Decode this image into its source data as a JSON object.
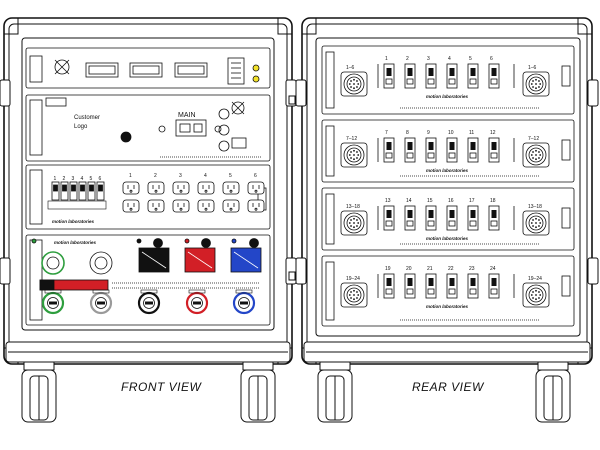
{
  "labels": {
    "front_view": "FRONT VIEW",
    "rear_view": "REAR VIEW"
  },
  "front": {
    "customer_logo_line1": "Customer",
    "customer_logo_line2": "Logo",
    "main_label": "MAIN",
    "brand": "motion laboratories",
    "breaker_numbers": [
      "1",
      "2",
      "3",
      "4",
      "5",
      "6"
    ],
    "outlet_numbers": [
      "1",
      "2",
      "3",
      "4",
      "5",
      "6"
    ],
    "meter_count": 3,
    "camlok_colors": [
      "#2e9e3e",
      "#9a9a9a",
      "#111111",
      "#d21f26",
      "#2346c8"
    ],
    "panel_colors": {
      "black": "#111111",
      "red": "#d21f26",
      "blue": "#2346c8"
    }
  },
  "rear": {
    "brand": "motion laboratories",
    "rows": [
      {
        "connector_label": "1–6",
        "breakers": [
          "1",
          "2",
          "3",
          "4",
          "5",
          "6"
        ]
      },
      {
        "connector_label": "7–12",
        "breakers": [
          "7",
          "8",
          "9",
          "10",
          "11",
          "12"
        ]
      },
      {
        "connector_label": "13–18",
        "breakers": [
          "13",
          "14",
          "15",
          "16",
          "17",
          "18"
        ]
      },
      {
        "connector_label": "19–24",
        "breakers": [
          "19",
          "20",
          "21",
          "22",
          "23",
          "24"
        ]
      }
    ]
  }
}
